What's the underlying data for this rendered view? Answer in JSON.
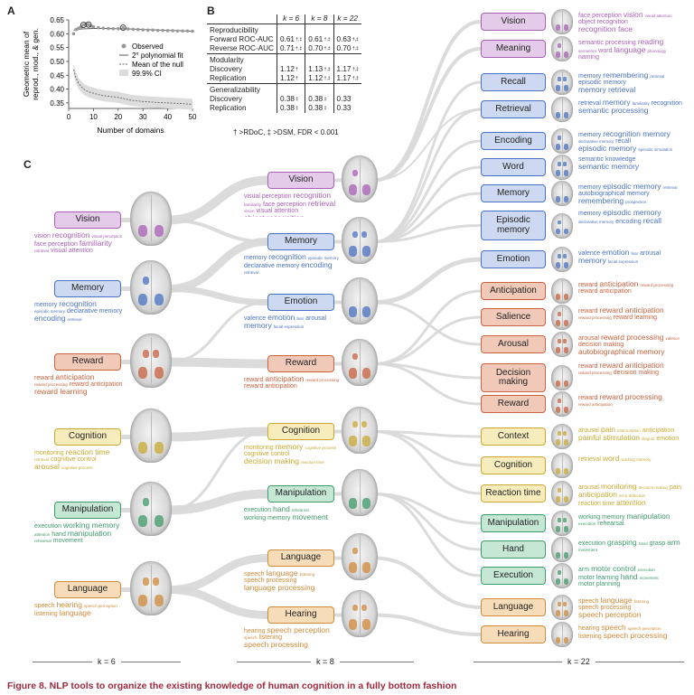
{
  "panel_labels": {
    "a": "A",
    "b": "B",
    "c": "C"
  },
  "colors": {
    "purple": "#a85fb5",
    "purple_fill": "#e3cbe9",
    "blue": "#4a72c2",
    "blue_fill": "#cdd9f1",
    "red": "#c8623f",
    "red_fill": "#f1c9b9",
    "yellow": "#c9a931",
    "yellow_fill": "#f6ecbc",
    "green": "#3f9a6a",
    "green_fill": "#c5e7d4",
    "orange": "#cf8a3a",
    "orange_fill": "#f6dcb8",
    "flow": "#d9d9d9",
    "caption": "#a02a3c"
  },
  "chart_data": {
    "type": "scatter",
    "ylabel": "Geometric mean of reprod., mod., & gen.",
    "xlabel": "Number of domains",
    "xlim": [
      0,
      50
    ],
    "ylim": [
      0.33,
      0.65
    ],
    "xticks": [
      "0",
      "10",
      "20",
      "30",
      "40",
      "50"
    ],
    "yticks": [
      "0.35",
      "0.40",
      "0.45",
      "0.50",
      "0.55",
      "0.60",
      "0.65"
    ],
    "legend": [
      "Observed",
      "2° polynomial fit",
      "Mean of the null",
      "99.9% CI"
    ],
    "legend_position": "center-right",
    "series": [
      {
        "name": "Observed",
        "x": [
          2,
          3,
          4,
          5,
          6,
          7,
          8,
          9,
          10,
          12,
          14,
          16,
          18,
          20,
          22,
          24,
          26,
          28,
          30,
          32,
          34,
          36,
          38,
          40,
          42,
          44,
          46,
          48,
          50
        ],
        "values": [
          0.6,
          0.615,
          0.62,
          0.625,
          0.632,
          0.635,
          0.633,
          0.628,
          0.625,
          0.622,
          0.62,
          0.619,
          0.618,
          0.618,
          0.622,
          0.617,
          0.616,
          0.615,
          0.614,
          0.613,
          0.613,
          0.612,
          0.612,
          0.611,
          0.611,
          0.61,
          0.61,
          0.61,
          0.609
        ]
      },
      {
        "name": "2° polynomial fit",
        "x": [
          2,
          5,
          10,
          15,
          20,
          25,
          30,
          35,
          40,
          45,
          50
        ],
        "values": [
          0.612,
          0.617,
          0.619,
          0.619,
          0.618,
          0.617,
          0.615,
          0.614,
          0.612,
          0.611,
          0.609
        ]
      },
      {
        "name": "Mean of the null",
        "x": [
          2,
          3,
          4,
          5,
          6,
          8,
          10,
          12,
          15,
          20,
          25,
          30,
          35,
          40,
          45,
          50
        ],
        "values": [
          0.47,
          0.44,
          0.42,
          0.41,
          0.4,
          0.39,
          0.385,
          0.38,
          0.375,
          0.37,
          0.36,
          0.355,
          0.352,
          0.35,
          0.348,
          0.345
        ]
      }
    ],
    "highlighted_points_x": [
      6,
      8,
      22
    ]
  },
  "table": {
    "headers": [
      "",
      "k = 6",
      "k = 8",
      "k = 22"
    ],
    "sections": [
      {
        "title": "Reproducibility",
        "rows": [
          {
            "label": "Forward ROC-AUC",
            "v": [
              "0.61",
              "0.61",
              "0.63"
            ],
            "marks": [
              "†,‡",
              "†,‡",
              "†,‡"
            ]
          },
          {
            "label": "Reverse ROC-AUC",
            "v": [
              "0.71",
              "0.70",
              "0.70"
            ],
            "marks": [
              "†,‡",
              "†,‡",
              "†,‡"
            ]
          }
        ]
      },
      {
        "title": "Modularity",
        "rows": [
          {
            "label": "Discovery",
            "v": [
              "1.12",
              "1.13",
              "1.17"
            ],
            "marks": [
              "†",
              "†,‡",
              "†,‡"
            ]
          },
          {
            "label": "Replication",
            "v": [
              "1.12",
              "1.12",
              "1.17"
            ],
            "marks": [
              "†",
              "†,‡",
              "†,‡"
            ]
          }
        ]
      },
      {
        "title": "Generalizability",
        "rows": [
          {
            "label": "Discovery",
            "v": [
              "0.38",
              "0.38",
              "0.33"
            ],
            "marks": [
              "‡",
              "‡",
              ""
            ]
          },
          {
            "label": "Replication",
            "v": [
              "0.38",
              "0.38",
              "0.33"
            ],
            "marks": [
              "‡",
              "‡",
              ""
            ]
          }
        ]
      }
    ],
    "footnote": "† >RDoC, ‡ >DSM, FDR < 0.001"
  },
  "k6": {
    "label": "k = 6",
    "domains": [
      {
        "name": "Vision",
        "color": "purple",
        "words": [
          "vision",
          "recognition",
          "visual perception",
          "face perception",
          "familiarity",
          "retrieval",
          "visual attention"
        ]
      },
      {
        "name": "Memory",
        "color": "blue",
        "words": [
          "memory",
          "recognition",
          "episodic memory",
          "declarative memory",
          "encoding",
          "retrieval"
        ]
      },
      {
        "name": "Reward",
        "color": "red",
        "words": [
          "reward",
          "anticipation",
          "reward processing",
          "reward anticipation",
          "reward learning"
        ]
      },
      {
        "name": "Cognition",
        "color": "yellow",
        "words": [
          "monitoring",
          "reaction time",
          "retrieval",
          "cognitive control",
          "arousal",
          "cognitive process"
        ]
      },
      {
        "name": "Manipulation",
        "color": "green",
        "words": [
          "execution",
          "working memory",
          "attention",
          "hand",
          "manipulation",
          "rehearsal",
          "movement"
        ]
      },
      {
        "name": "Language",
        "color": "orange",
        "words": [
          "speech",
          "hearing",
          "speech perception",
          "listening",
          "language"
        ]
      }
    ]
  },
  "k8": {
    "label": "k = 8",
    "domains": [
      {
        "name": "Vision",
        "color": "purple",
        "words": [
          "visual perception",
          "recognition",
          "familiarity",
          "face perception",
          "retrieval",
          "vision",
          "visual attention",
          "object recognition"
        ]
      },
      {
        "name": "Memory",
        "color": "blue",
        "words": [
          "memory",
          "recognition",
          "episodic memory",
          "declarative memory",
          "encoding",
          "retrieval"
        ]
      },
      {
        "name": "Emotion",
        "color": "blue",
        "words": [
          "valence",
          "emotion",
          "fear",
          "arousal",
          "memory",
          "facial expression"
        ]
      },
      {
        "name": "Reward",
        "color": "red",
        "words": [
          "reward",
          "anticipation",
          "reward processing",
          "reward anticipation"
        ]
      },
      {
        "name": "Cognition",
        "color": "yellow",
        "words": [
          "monitoring",
          "memory",
          "cognitive process",
          "cognitive control",
          "decision making",
          "reaction time"
        ]
      },
      {
        "name": "Manipulation",
        "color": "green",
        "words": [
          "execution",
          "hand",
          "rehearsal",
          "working memory",
          "movement"
        ]
      },
      {
        "name": "Language",
        "color": "orange",
        "words": [
          "speech",
          "language",
          "listening",
          "speech processing",
          "language processing"
        ]
      },
      {
        "name": "Hearing",
        "color": "orange",
        "words": [
          "hearing",
          "speech perception",
          "speech",
          "listening",
          "speech processing"
        ]
      }
    ]
  },
  "k22": {
    "label": "k = 22",
    "domains": [
      {
        "name": "Vision",
        "color": "purple",
        "words": [
          "face perception",
          "vision",
          "visual attention",
          "object recognition",
          "recognition face"
        ]
      },
      {
        "name": "Meaning",
        "color": "purple",
        "words": [
          "semantic processing",
          "reading",
          "semantics",
          "word",
          "language",
          "phonology",
          "naming"
        ]
      },
      {
        "name": "Recall",
        "color": "blue",
        "words": [
          "memory",
          "remembering",
          "retrieval",
          "episodic memory",
          "memory retrieval"
        ]
      },
      {
        "name": "Retrieval",
        "color": "blue",
        "words": [
          "retrieval",
          "memory",
          "familiarity",
          "recognition",
          "semantic processing"
        ]
      },
      {
        "name": "Encoding",
        "color": "blue",
        "words": [
          "memory",
          "recognition memory",
          "declarative memory",
          "recall",
          "episodic memory",
          "episodic simulation"
        ]
      },
      {
        "name": "Word",
        "color": "blue",
        "words": [
          "semantic knowledge",
          "semantic memory"
        ]
      },
      {
        "name": "Memory",
        "color": "blue",
        "words": [
          "memory",
          "episodic memory",
          "retrieval",
          "autobiographical memory",
          "remembering",
          "prospection"
        ]
      },
      {
        "name": "Episodic memory",
        "color": "blue",
        "words": [
          "memory",
          "episodic memory",
          "declarative memory",
          "encoding",
          "recall"
        ]
      },
      {
        "name": "Emotion",
        "color": "blue",
        "words": [
          "valence",
          "emotion",
          "fear",
          "arousal",
          "memory",
          "facial expression"
        ]
      },
      {
        "name": "Anticipation",
        "color": "red",
        "words": [
          "reward",
          "anticipation",
          "reward processing",
          "reward anticipation"
        ]
      },
      {
        "name": "Salience",
        "color": "red",
        "words": [
          "reward",
          "reward anticipation",
          "reward processing",
          "reward learning"
        ]
      },
      {
        "name": "Arousal",
        "color": "red",
        "words": [
          "arousal",
          "reward processing",
          "valence",
          "decision making",
          "autobiographical memory"
        ]
      },
      {
        "name": "Decision making",
        "color": "red",
        "words": [
          "reward",
          "reward anticipation",
          "reward processing",
          "decision making"
        ]
      },
      {
        "name": "Reward",
        "color": "red",
        "words": [
          "reward",
          "reward processing",
          "reward anticipation"
        ]
      },
      {
        "name": "Context",
        "color": "yellow",
        "words": [
          "arousal",
          "pain",
          "interoception",
          "anticipation",
          "painful stimulation",
          "disgust",
          "emotion"
        ]
      },
      {
        "name": "Cognition",
        "color": "yellow",
        "words": [
          "retrieval",
          "word",
          "working memory"
        ]
      },
      {
        "name": "Reaction time",
        "color": "yellow",
        "words": [
          "arousal",
          "monitoring",
          "decision making",
          "pain",
          "anticipation",
          "error detection",
          "reaction time",
          "attention"
        ]
      },
      {
        "name": "Manipulation",
        "color": "green",
        "words": [
          "working memory",
          "manipulation",
          "execution",
          "rehearsal"
        ]
      },
      {
        "name": "Hand",
        "color": "green",
        "words": [
          "execution",
          "grasping",
          "hand",
          "grasp",
          "arm",
          "movement"
        ]
      },
      {
        "name": "Execution",
        "color": "green",
        "words": [
          "arm",
          "motor control",
          "execution",
          "motor learning",
          "hand",
          "movement",
          "motor planning"
        ]
      },
      {
        "name": "Language",
        "color": "orange",
        "words": [
          "speech",
          "language",
          "listening",
          "speech processing",
          "speech perception"
        ]
      },
      {
        "name": "Hearing",
        "color": "orange",
        "words": [
          "hearing",
          "speech",
          "speech perception",
          "listening",
          "speech processing"
        ]
      }
    ]
  },
  "caption": "Figure 8.  NLP tools to organize the existing knowledge of human cognition in a fully bottom fashion"
}
